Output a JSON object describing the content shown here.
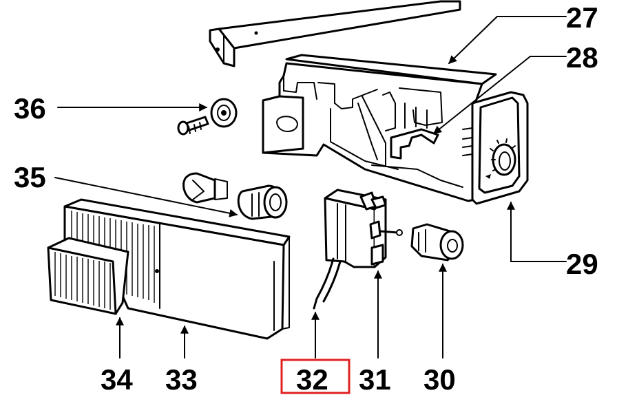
{
  "diagram": {
    "labels": {
      "p27": "27",
      "p28": "28",
      "p29": "29",
      "p30": "30",
      "p31": "31",
      "p32": "32",
      "p33": "33",
      "p34": "34",
      "p35": "35",
      "p36": "36"
    },
    "highlighted_part": "32",
    "highlight_color": "#e02020",
    "ink_color": "#000000",
    "background_color": "#ffffff"
  }
}
